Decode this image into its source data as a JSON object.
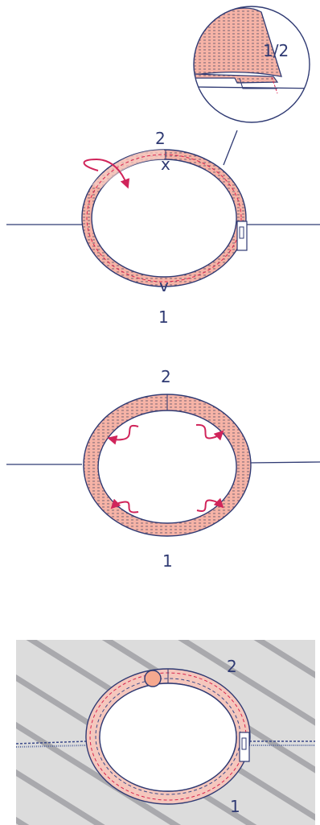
{
  "colors": {
    "outline": "#2f3a73",
    "fabric": "#f6b3a6",
    "stitch": "#d8254f",
    "arrow": "#d0245a",
    "dash": "#3b4a8a",
    "background_panel": "#dcdcdc",
    "panel_stripe": "#a9a9ad"
  },
  "figure1": {
    "zoom_label": "1/2",
    "label_top": "2",
    "label_bottom": "1"
  },
  "figure2": {
    "label_top": "2",
    "label_bottom": "1"
  },
  "figure3": {
    "label_top": "2",
    "label_bottom": "1"
  }
}
